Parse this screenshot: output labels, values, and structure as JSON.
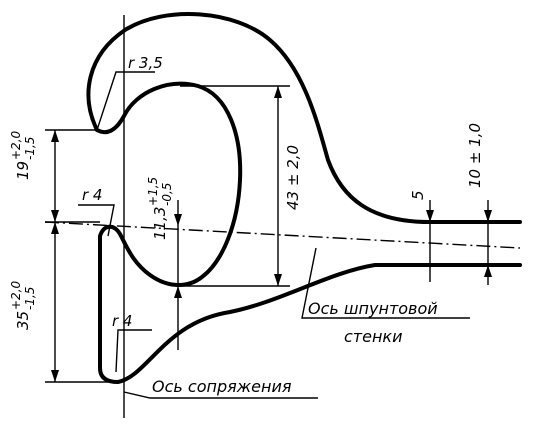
{
  "labels": {
    "r_top": "r 3,5",
    "r_mid": "r 4",
    "r_bottom": "r 4",
    "dim_19": "19",
    "tol_19_plus": "+2,0",
    "tol_19_minus": "-1,5",
    "dim_11": "11,3",
    "tol_11_plus": "+1,5",
    "tol_11_minus": "-0,5",
    "dim_43": "43 ± 2,0",
    "dim_35": "35",
    "tol_35_plus": "+2,0",
    "tol_35_minus": "-1,5",
    "dim_5": "5",
    "dim_10": "10 ± 1,0",
    "axis_wall_line1": "Ось шпунтовой",
    "axis_wall_line2": "стенки",
    "axis_joint": "Ось сопряжения"
  }
}
